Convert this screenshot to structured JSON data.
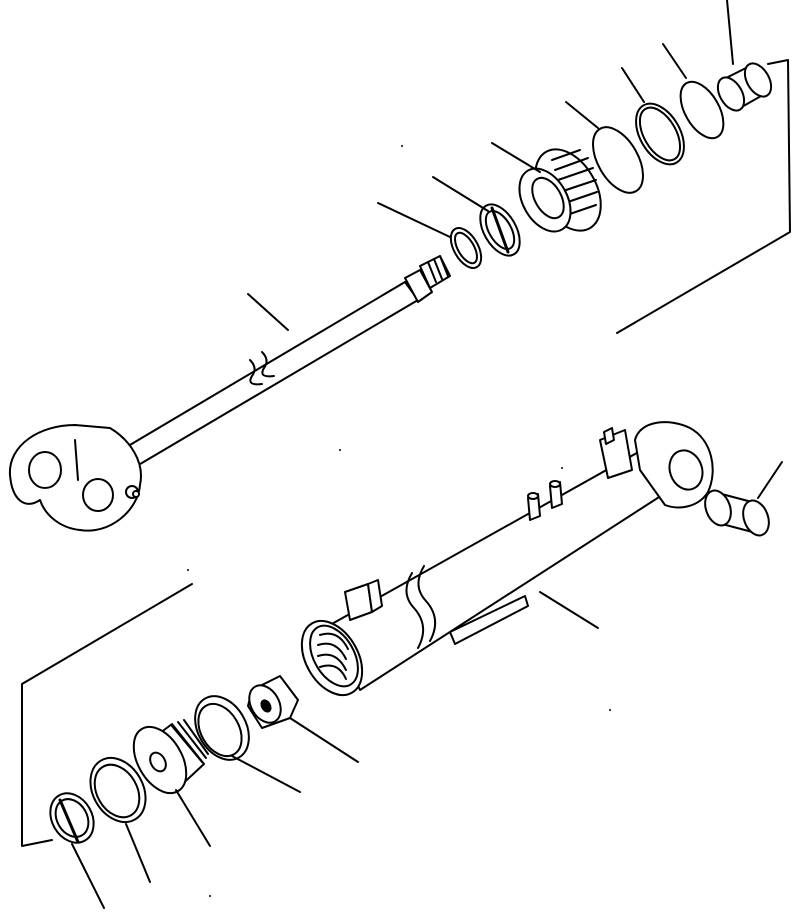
{
  "diagram": {
    "kind": "exploded-parts-view",
    "subject": "hydraulic-cylinder",
    "parts": [
      "rod-assembly",
      "snap-ring",
      "bushing",
      "gland",
      "o-ring",
      "backup-ring",
      "rod-seal",
      "wiper",
      "cylinder-tube",
      "bushing-tube-end",
      "nut",
      "wear-ring",
      "piston",
      "piston-seal",
      "piston-ring"
    ],
    "colors": {
      "line": "#000000",
      "background": "#ffffff"
    }
  }
}
